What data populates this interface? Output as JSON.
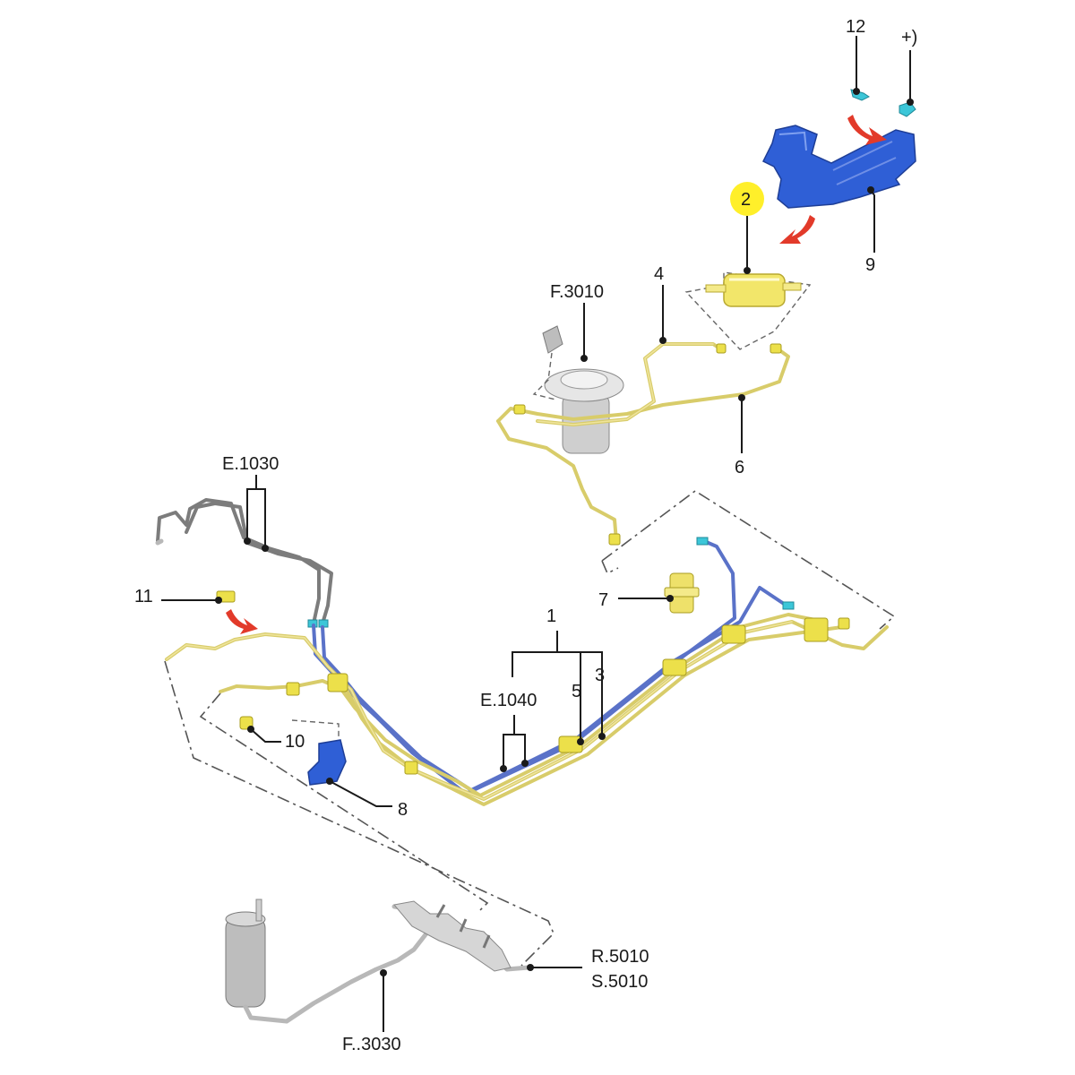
{
  "labels": {
    "part_1": "1",
    "part_2": "2",
    "part_3": "3",
    "part_4": "4",
    "part_5": "5",
    "part_6": "6",
    "part_7": "7",
    "part_8": "8",
    "part_9": "9",
    "part_10": "10",
    "part_11": "11",
    "part_12": "12",
    "plus_note": "+)",
    "ref_f3010": "F.3010",
    "ref_e1030": "E.1030",
    "ref_e1040": "E.1040",
    "ref_r5010": "R.5010",
    "ref_s5010": "S.5010",
    "ref_f3030": "F..3030"
  },
  "colors": {
    "highlight": "#ffef2a",
    "bracket_blue": "#2f5fd6",
    "fuel_line_yellow": "#d8cc6a",
    "fuel_line_blue": "#5a72c8",
    "arrow_red": "#e23a2a",
    "clip_cyan": "#3cc6d8"
  },
  "icons": {
    "part_2": "fuel-filter-icon",
    "part_9": "mounting-bracket-icon",
    "part_8": "bracket-icon",
    "part_7": "connector-icon",
    "part_10": "clip-icon",
    "part_11": "clip-icon",
    "part_12": "clip-icon",
    "ref_f3010": "fuel-pump-icon",
    "ref_f3030": "charcoal-canister-icon"
  }
}
